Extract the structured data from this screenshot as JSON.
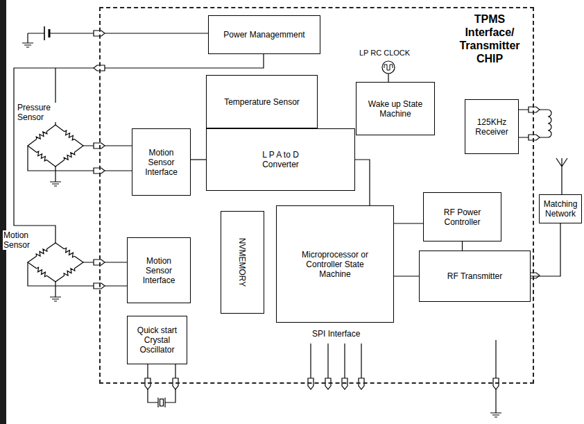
{
  "diagram": {
    "nodes": [
      {
        "text": [
          "TPMS Interface/ Transmitter CHIP"
        ]
      },
      {
        "text": [
          "Power Managemment"
        ],
        "in": 0
      },
      {
        "text": [
          "Temperature Sensor"
        ],
        "in": 0
      },
      {
        "text": [
          "Wake up State Machine"
        ],
        "in": 0
      },
      {
        "text": [
          "125KHz Receiver"
        ],
        "in": 0
      },
      {
        "text": [
          "Motion Sensor Interface"
        ],
        "in": 0
      },
      {
        "text": [
          "L P A to D Converter"
        ],
        "in": 0
      },
      {
        "text": [
          "Matching Network"
        ]
      },
      {
        "text": [
          "RF Power Controller"
        ],
        "in": 0
      },
      {
        "text": [
          "NVMEMORY"
        ],
        "in": 0
      },
      {
        "text": [
          "Microprocessor or Controller State Machine"
        ],
        "in": 0
      },
      {
        "text": [
          "Motion Sensor Interface"
        ],
        "in": 0
      },
      {
        "text": [
          "RF Transmitter"
        ],
        "in": 0
      },
      {
        "text": [
          "Quick start Crystal Oscillator"
        ],
        "in": 0
      }
    ],
    "edges": [
      {
        "from": 5,
        "to": 6,
        "arrow": "none"
      },
      {
        "from": 6,
        "to": 10,
        "arrow": "none"
      },
      {
        "from": 10,
        "to": 8,
        "arrow": "none"
      },
      {
        "from": 10,
        "to": 12,
        "arrow": "none"
      },
      {
        "from": 8,
        "to": 12,
        "arrow": "none"
      },
      {
        "from": 12,
        "to": 7,
        "arrow": "none"
      }
    ],
    "labels": [
      "LP RC CLOCK",
      "Pressure Sensor",
      "Motion Sensor",
      "SPI Interface"
    ]
  }
}
